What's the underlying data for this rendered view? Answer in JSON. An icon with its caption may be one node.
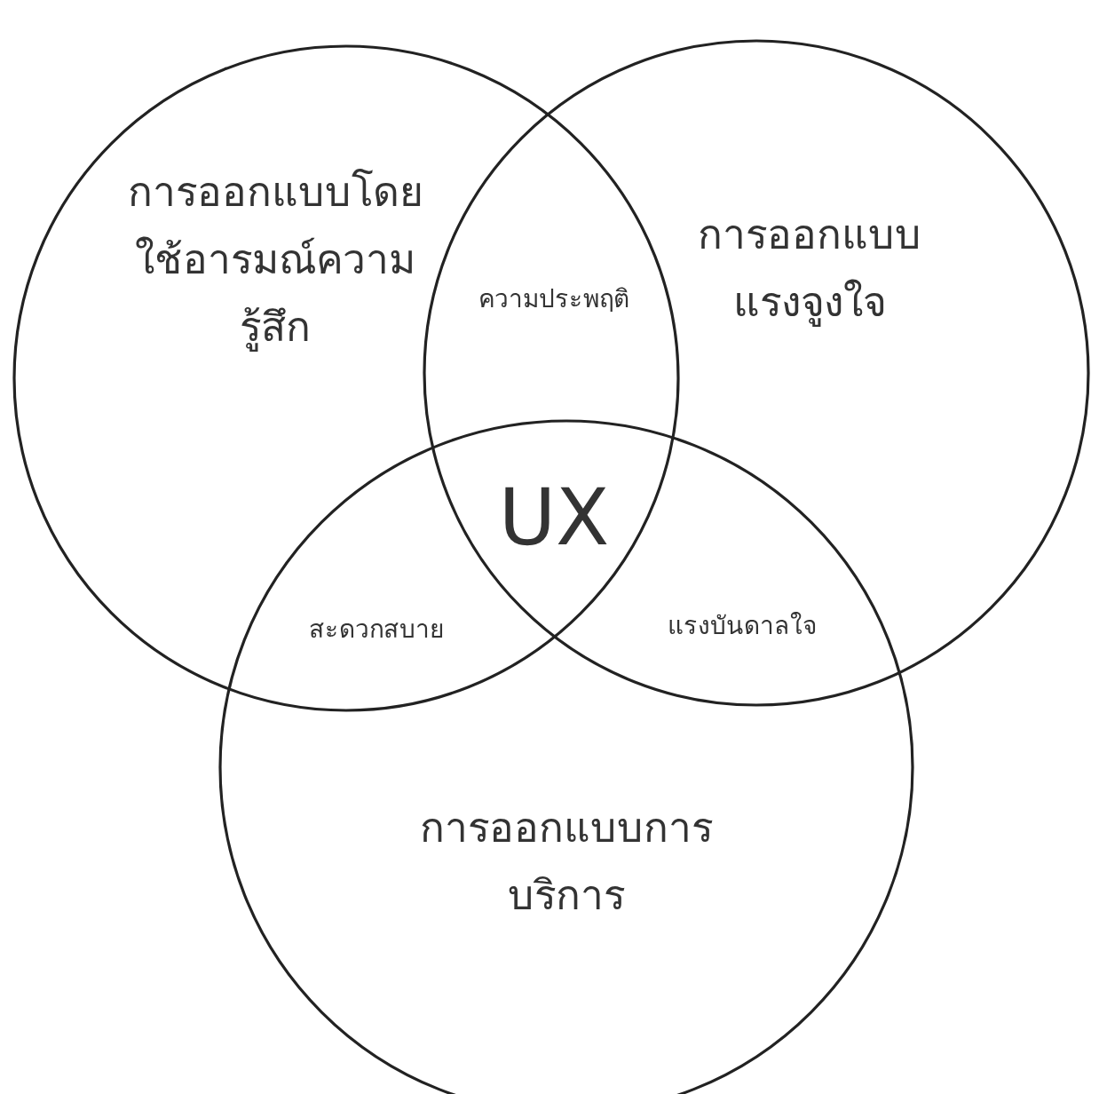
{
  "diagram": {
    "nodes": [
      {
        "text": [
          "การออกแบบโดยใช้อารมณ์ความรู้สึก"
        ]
      },
      {
        "text": [
          "การออกแบบแรงจูงใจ"
        ]
      },
      {
        "text": [
          "การออกแบบการบริการ"
        ]
      }
    ],
    "labels": [
      "ความประพฤติ",
      "UX",
      "สะดวกสบาย",
      "แรงบันดาลใจ"
    ]
  }
}
